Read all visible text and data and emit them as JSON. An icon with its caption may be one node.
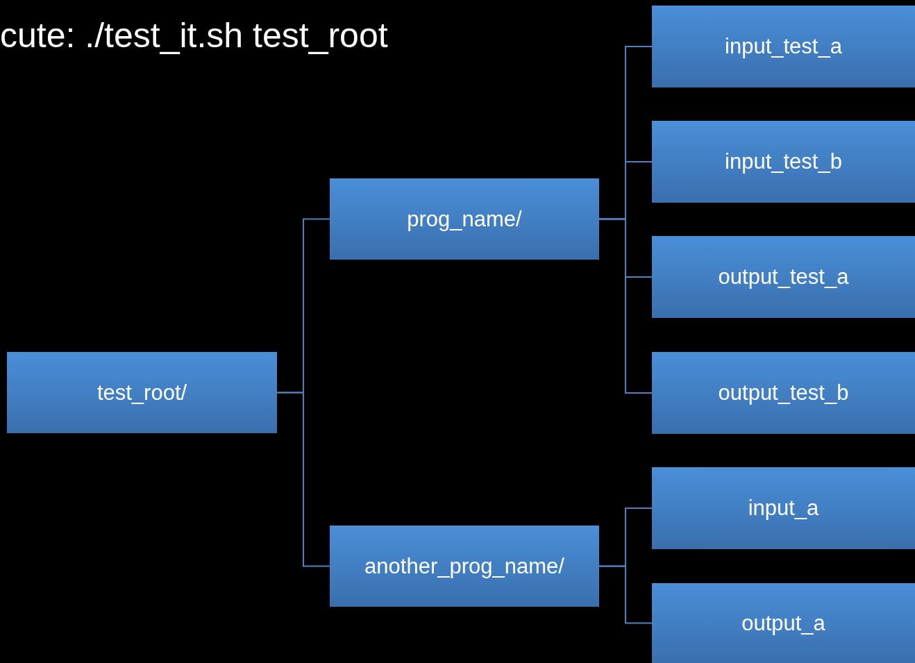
{
  "diagram": {
    "title": "cute: ./test_it.sh test_root",
    "nodes": [
      {
        "text": [
          "test_root/"
        ]
      },
      {
        "text": [
          "prog_name/"
        ]
      },
      {
        "text": [
          "another_prog_name/"
        ]
      },
      {
        "text": [
          "input_test_a"
        ]
      },
      {
        "text": [
          "input_test_b"
        ]
      },
      {
        "text": [
          "output_test_a"
        ]
      },
      {
        "text": [
          "output_test_b"
        ]
      },
      {
        "text": [
          "input_a"
        ]
      },
      {
        "text": [
          "output_a"
        ]
      }
    ],
    "edges": [
      {
        "from": 0,
        "to": 1,
        "arrow": "none"
      },
      {
        "from": 0,
        "to": 2,
        "arrow": "none"
      },
      {
        "from": 1,
        "to": 3,
        "arrow": "none"
      },
      {
        "from": 1,
        "to": 4,
        "arrow": "none"
      },
      {
        "from": 1,
        "to": 5,
        "arrow": "none"
      },
      {
        "from": 1,
        "to": 6,
        "arrow": "none"
      },
      {
        "from": 2,
        "to": 7,
        "arrow": "none"
      },
      {
        "from": 2,
        "to": 8,
        "arrow": "none"
      }
    ]
  }
}
